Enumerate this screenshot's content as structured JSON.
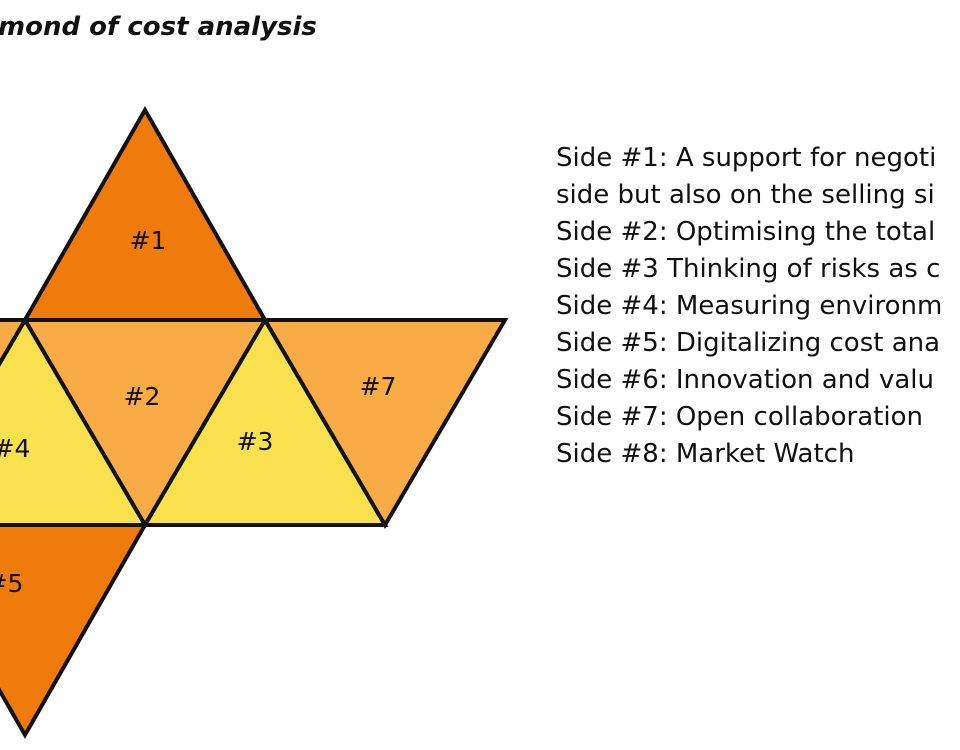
{
  "title": "mond of cost analysis",
  "colors": {
    "dark_orange": "#f07b0d",
    "light_orange": "#f9ab45",
    "yellow": "#f9e04e",
    "stroke": "#111111"
  },
  "faces": [
    {
      "id": "face-1",
      "label": "#1",
      "fill": "dark_orange"
    },
    {
      "id": "face-2",
      "label": "#2",
      "fill": "light_orange"
    },
    {
      "id": "face-3",
      "label": "#3",
      "fill": "yellow"
    },
    {
      "id": "face-4",
      "label": "#4",
      "fill": "yellow"
    },
    {
      "id": "face-5",
      "label": "#5",
      "fill": "dark_orange"
    },
    {
      "id": "face-6",
      "label": "",
      "fill": "light_orange"
    },
    {
      "id": "face-7",
      "label": "#7",
      "fill": "light_orange"
    }
  ],
  "legend": [
    "Side #1: A support for negoti",
    "side but also on the selling si",
    "Side #2: Optimising the total",
    "Side #3 Thinking of risks as c",
    "Side #4: Measuring environm",
    "Side #5: Digitalizing cost ana",
    "Side #6: Innovation and valu",
    "Side #7: Open collaboration",
    "Side #8: Market Watch"
  ]
}
